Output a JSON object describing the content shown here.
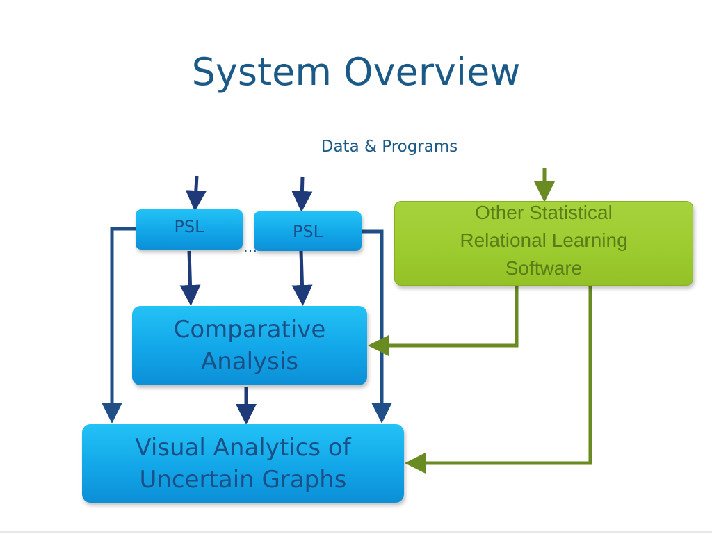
{
  "title": "System Overview",
  "subtitle": "Data & Programs",
  "boxes": {
    "psl_left": "PSL",
    "psl_right": "PSL",
    "ellipsis": "…",
    "comparative": "Comparative Analysis",
    "visual": "Visual Analytics of Uncertain Graphs",
    "other": "Other Statistical Relational Learning Software"
  },
  "colors": {
    "title": "#1b5a86",
    "blue_box": "#12a6e8",
    "blue_arrow": "#1f3a78",
    "green_box": "#9ccb2e",
    "green_arrow": "#6a8a22"
  }
}
